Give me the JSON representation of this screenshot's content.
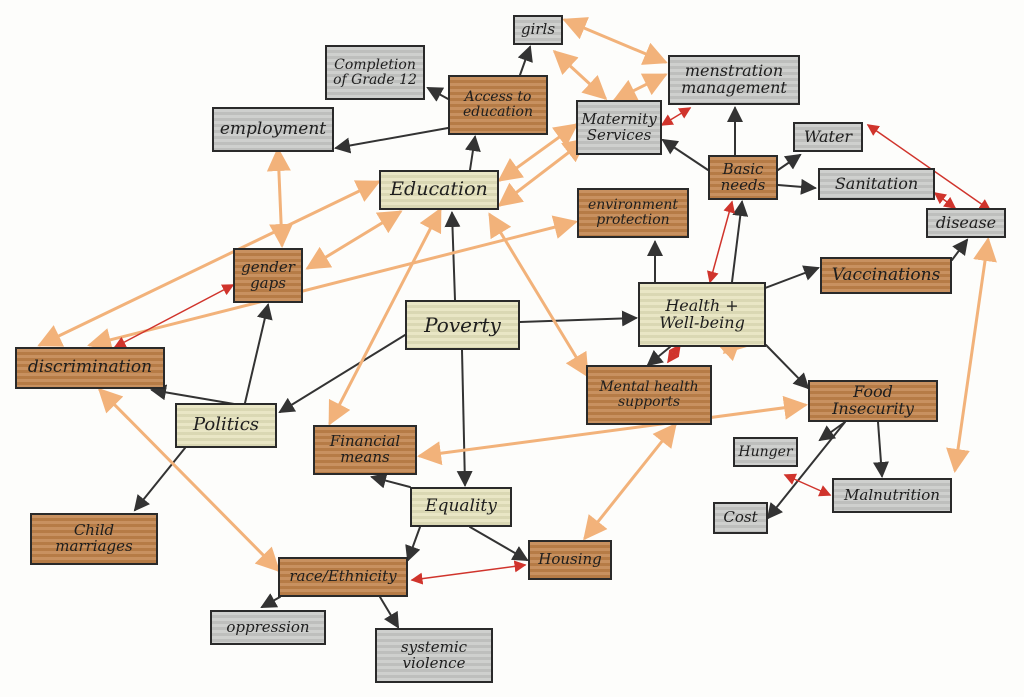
{
  "title": "Poverty concept map",
  "colors": {
    "gray": "#c8c9c7",
    "orange": "#c0824a",
    "cream": "#e6e3bd",
    "black_arrow": "#333333",
    "orange_arrow": "#f2b27a",
    "red_arrow": "#d0342c"
  },
  "nodes": [
    {
      "id": "girls",
      "label": "girls",
      "kind": "gray"
    },
    {
      "id": "completion",
      "label": "Completion of Grade 12",
      "kind": "gray"
    },
    {
      "id": "access",
      "label": "Access to education",
      "kind": "orange"
    },
    {
      "id": "menstruation",
      "label": "menstration management",
      "kind": "gray"
    },
    {
      "id": "employment",
      "label": "employment",
      "kind": "gray"
    },
    {
      "id": "maternity",
      "label": "Maternity Services",
      "kind": "gray"
    },
    {
      "id": "water",
      "label": "Water",
      "kind": "gray"
    },
    {
      "id": "basic",
      "label": "Basic needs",
      "kind": "orange"
    },
    {
      "id": "sanitation",
      "label": "Sanitation",
      "kind": "gray"
    },
    {
      "id": "disease",
      "label": "disease",
      "kind": "gray"
    },
    {
      "id": "education",
      "label": "Education",
      "kind": "cream"
    },
    {
      "id": "environment",
      "label": "environment protection",
      "kind": "orange"
    },
    {
      "id": "gender",
      "label": "gender gaps",
      "kind": "orange"
    },
    {
      "id": "vaccinations",
      "label": "Vaccinations",
      "kind": "orange"
    },
    {
      "id": "health",
      "label": "Health + Well-being",
      "kind": "cream"
    },
    {
      "id": "poverty",
      "label": "Poverty",
      "kind": "cream"
    },
    {
      "id": "discrimination",
      "label": "discrimination",
      "kind": "orange"
    },
    {
      "id": "mental",
      "label": "Mental health supports",
      "kind": "orange"
    },
    {
      "id": "food",
      "label": "Food Insecurity",
      "kind": "orange"
    },
    {
      "id": "politics",
      "label": "Politics",
      "kind": "cream"
    },
    {
      "id": "financial",
      "label": "Financial means",
      "kind": "orange"
    },
    {
      "id": "hunger",
      "label": "Hunger",
      "kind": "gray"
    },
    {
      "id": "equality",
      "label": "Equality",
      "kind": "cream"
    },
    {
      "id": "malnutrition",
      "label": "Malnutrition",
      "kind": "gray"
    },
    {
      "id": "child",
      "label": "Child marriages",
      "kind": "orange"
    },
    {
      "id": "cost",
      "label": "Cost",
      "kind": "gray"
    },
    {
      "id": "housing",
      "label": "Housing",
      "kind": "orange"
    },
    {
      "id": "race",
      "label": "race/Ethnicity",
      "kind": "orange"
    },
    {
      "id": "oppression",
      "label": "oppression",
      "kind": "gray"
    },
    {
      "id": "systemic",
      "label": "systemic violence",
      "kind": "gray"
    }
  ]
}
